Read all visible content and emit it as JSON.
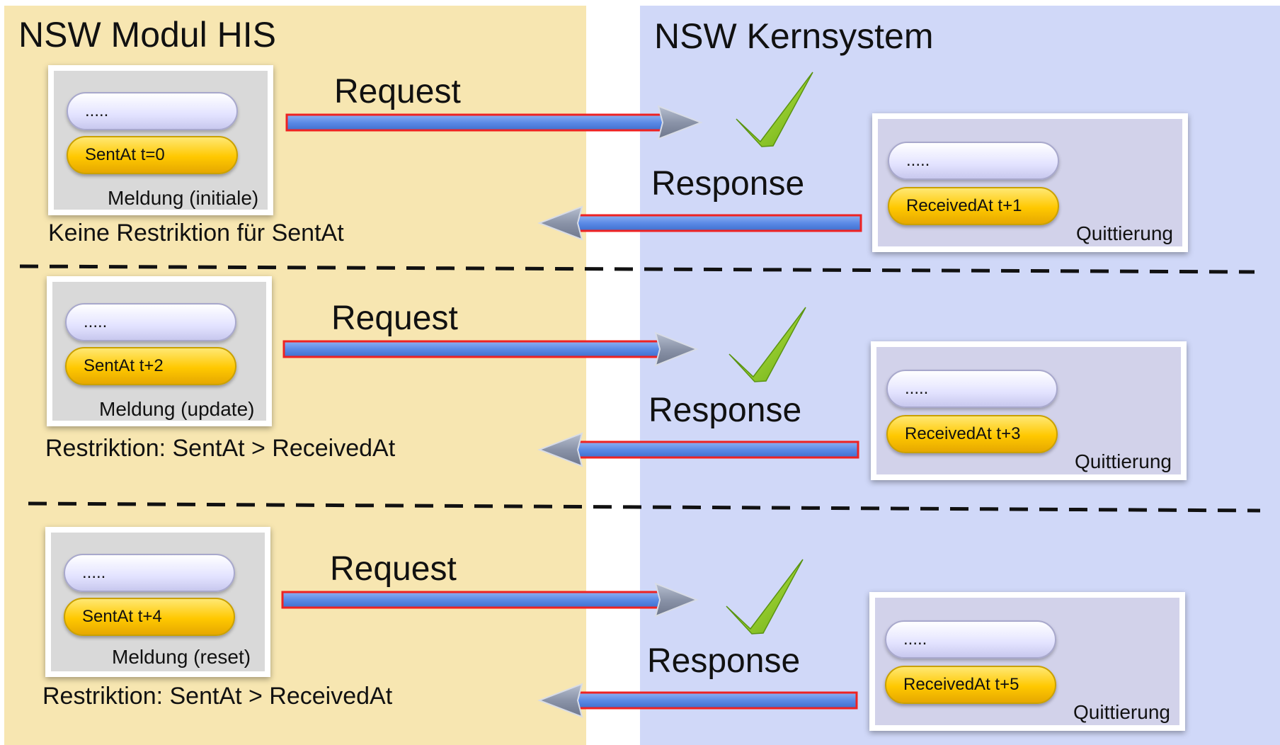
{
  "left_panel": {
    "title": "NSW Modul HIS"
  },
  "right_panel": {
    "title": "NSW Kernsystem"
  },
  "colors": {
    "left_panel_bg": "#f7e6b1",
    "right_panel_bg": "#d0d8f8",
    "arrow_fill": "#5b8ae6",
    "arrow_outline": "#ee2222",
    "check": "#88cc22",
    "pill_time": "#ffc800",
    "pill_blank": "#e3e3ff"
  },
  "rows": [
    {
      "message": {
        "dots": ".....",
        "timestamp": "SentAt t=0",
        "caption": "Meldung (initiale)"
      },
      "restriction": "Keine Restriktion für SentAt",
      "request_label": "Request",
      "response_label": "Response",
      "ack": {
        "dots": ".....",
        "timestamp": "ReceivedAt t+1",
        "caption": "Quittierung"
      }
    },
    {
      "message": {
        "dots": ".....",
        "timestamp": "SentAt t+2",
        "caption": "Meldung (update)"
      },
      "restriction": "Restriktion: SentAt > ReceivedAt",
      "request_label": "Request",
      "response_label": "Response",
      "ack": {
        "dots": ".....",
        "timestamp": "ReceivedAt t+3",
        "caption": "Quittierung"
      }
    },
    {
      "message": {
        "dots": ".....",
        "timestamp": "SentAt t+4",
        "caption": "Meldung (reset)"
      },
      "restriction": "Restriktion: SentAt > ReceivedAt",
      "request_label": "Request",
      "response_label": "Response",
      "ack": {
        "dots": ".....",
        "timestamp": "ReceivedAt t+5",
        "caption": "Quittierung"
      }
    }
  ]
}
